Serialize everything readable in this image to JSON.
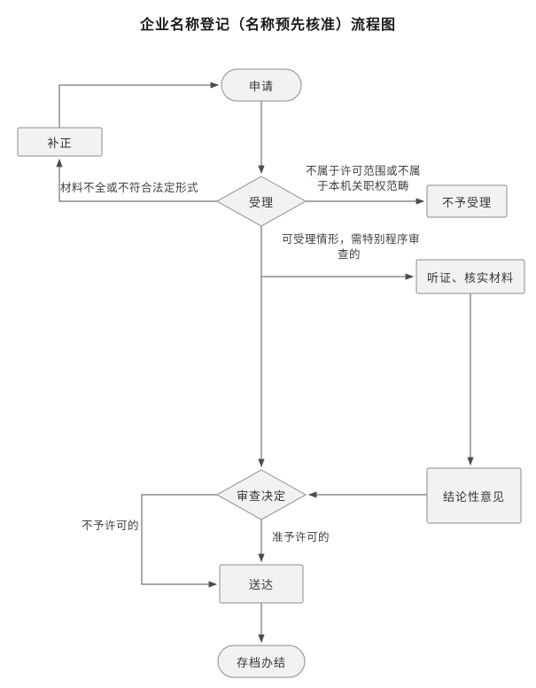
{
  "title": "企业名称登记（名称预先核准）流程图",
  "nodes": {
    "apply": {
      "label": "申请"
    },
    "correction": {
      "label": "补正"
    },
    "acceptance": {
      "label": "受理"
    },
    "reject": {
      "label": "不予受理"
    },
    "hearing": {
      "label": "听证、核实材料"
    },
    "decision": {
      "label": "审查决定"
    },
    "conclusion": {
      "label": "结论性意见"
    },
    "delivery": {
      "label": "送达"
    },
    "archive": {
      "label": "存档办结"
    }
  },
  "edge_labels": {
    "incomplete": "材料不全或不符合法定形式",
    "not_in_scope_line1": "不属于许可范围或不属",
    "not_in_scope_line2": "于本机关职权范畴",
    "special_review_line1": "可受理情形，需特别程序审",
    "special_review_line2": "查的",
    "not_permitted": "不予许可的",
    "permitted": "准予许可的"
  },
  "colors": {
    "node_fill": "#f2f2f2",
    "node_border": "#8c8c8c",
    "edge_line": "#737373",
    "arrow_head": "#4d4d4d",
    "text": "#333333"
  }
}
